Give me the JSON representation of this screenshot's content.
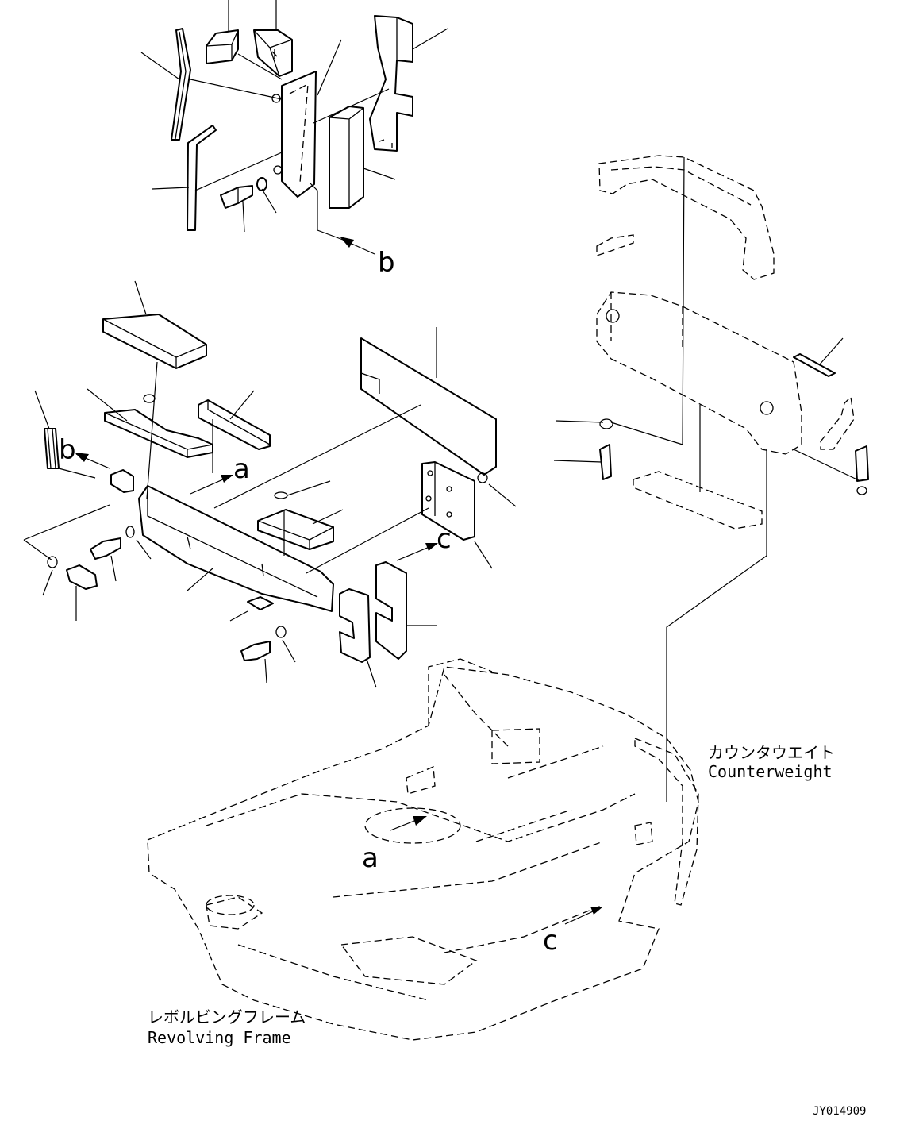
{
  "drawing": {
    "view_markers": [
      {
        "id": "marker-b-top",
        "letter": "b"
      },
      {
        "id": "marker-b-left",
        "letter": "b"
      },
      {
        "id": "marker-a-upper",
        "letter": "a"
      },
      {
        "id": "marker-c-upper",
        "letter": "c"
      },
      {
        "id": "marker-a-frame",
        "letter": "a"
      },
      {
        "id": "marker-c-frame",
        "letter": "c"
      }
    ],
    "counterweight": {
      "jp": "カウンタウエイト",
      "en": "Counterweight"
    },
    "revolving_frame": {
      "jp": "レボルビングフレーム",
      "en": "Revolving Frame"
    },
    "drawing_number": "JY014909"
  }
}
